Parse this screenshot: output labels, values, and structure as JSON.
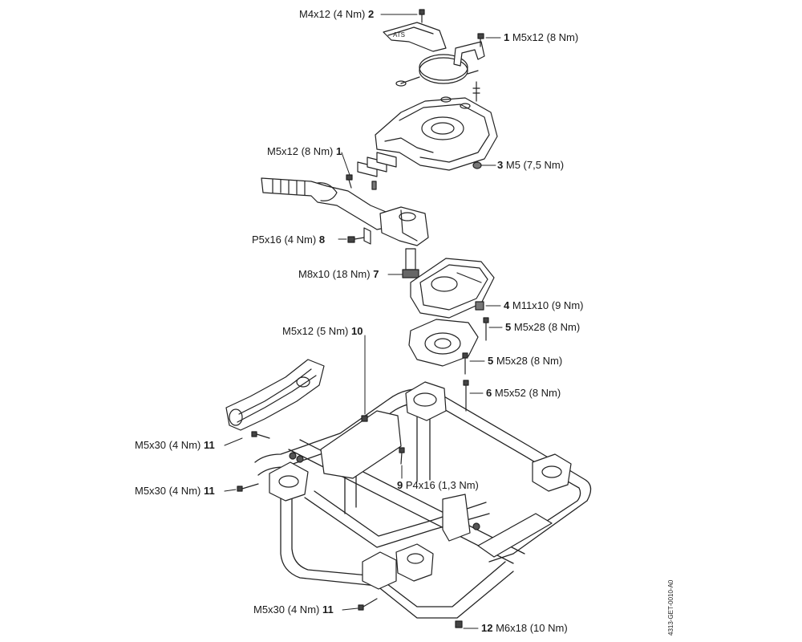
{
  "callouts": [
    {
      "id": "c2",
      "spec": "M4x12 (4 Nm)",
      "num": "2"
    },
    {
      "id": "c1a",
      "spec": "M5x12 (8 Nm)",
      "num": "1"
    },
    {
      "id": "c1b",
      "spec": "M5x12 (8 Nm)",
      "num": "1"
    },
    {
      "id": "c3",
      "spec": "M5 (7,5 Nm)",
      "num": "3"
    },
    {
      "id": "c8",
      "spec": "P5x16 (4 Nm)",
      "num": "8"
    },
    {
      "id": "c7",
      "spec": "M8x10 (18 Nm)",
      "num": "7"
    },
    {
      "id": "c4",
      "spec": "M11x10 (9 Nm)",
      "num": "4"
    },
    {
      "id": "c5a",
      "spec": "M5x28 (8 Nm)",
      "num": "5"
    },
    {
      "id": "c10",
      "spec": "M5x12 (5 Nm)",
      "num": "10"
    },
    {
      "id": "c5b",
      "spec": "M5x28 (8 Nm)",
      "num": "5"
    },
    {
      "id": "c6",
      "spec": "M5x52 (8 Nm)",
      "num": "6"
    },
    {
      "id": "c11a",
      "spec": "M5x30 (4 Nm)",
      "num": "11"
    },
    {
      "id": "c9",
      "spec": "P4x16 (1,3 Nm)",
      "num": "9"
    },
    {
      "id": "c11b",
      "spec": "M5x30 (4 Nm)",
      "num": "11"
    },
    {
      "id": "c11c",
      "spec": "M5x30 (4 Nm)",
      "num": "11"
    },
    {
      "id": "c12",
      "spec": "M6x18 (10 Nm)",
      "num": "12"
    }
  ],
  "drawing_code": "4313-GET-0010-A0"
}
